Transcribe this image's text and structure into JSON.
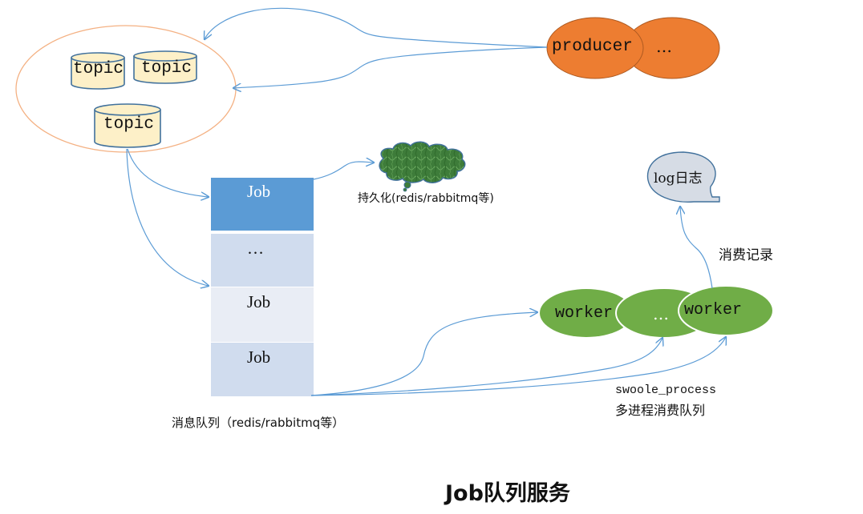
{
  "diagram": {
    "title": "Job队列服务",
    "colors": {
      "arrow": "#5b9bd5",
      "topic_group_border": "#f4b183",
      "topic_fill": "#fdf0c8",
      "topic_border": "#41719c",
      "producer_fill": "#ed7d31",
      "producer_border": "#ae5a21",
      "job_head_fill": "#5b9bd5",
      "job_fill_dark": "#d0dcee",
      "job_fill_light": "#e9edf5",
      "worker_fill": "#70ad47",
      "log_fill": "#d6dce5",
      "log_border": "#41719c",
      "cloud_fill": "#3e7c3a"
    },
    "topic_group": {
      "topics": [
        "topic",
        "topic",
        "topic"
      ]
    },
    "producers": {
      "items": [
        "producer",
        "…"
      ]
    },
    "job_queue": {
      "items": [
        "Job",
        "…",
        "Job",
        "Job"
      ],
      "caption": "消息队列（redis/rabbitmq等）"
    },
    "persistence": {
      "caption": "持久化(redis/rabbitmq等)"
    },
    "workers": {
      "items": [
        "worker",
        "…",
        "worker"
      ],
      "caption_line1": "swoole_process",
      "caption_line2": "多进程消费队列"
    },
    "log": {
      "label": "log日志",
      "edge_label": "消费记录"
    }
  }
}
